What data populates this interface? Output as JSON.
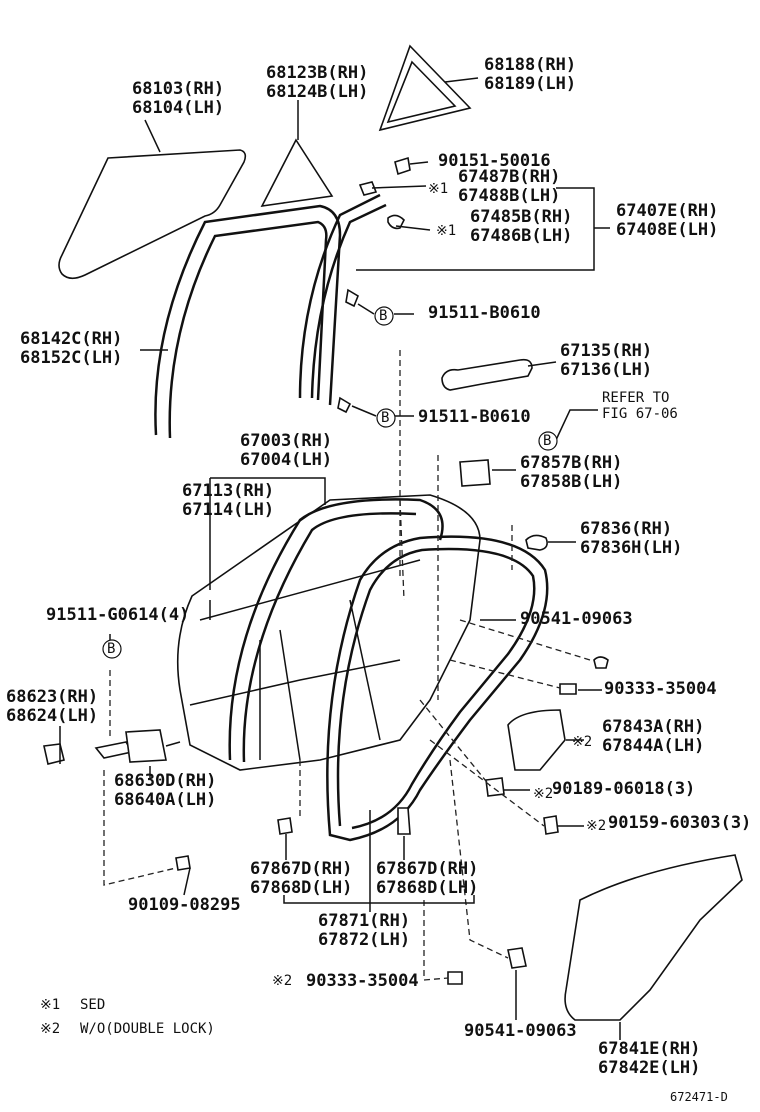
{
  "callouts": [
    {
      "id": "glass",
      "lines": [
        "68103(RH)",
        "68104(LH)"
      ]
    },
    {
      "id": "quarter-glass",
      "lines": [
        "68123B(RH)",
        "68124B(LH)"
      ]
    },
    {
      "id": "quarter-window",
      "lines": [
        "68188(RH)",
        "68189(LH)"
      ]
    },
    {
      "id": "screw-1",
      "lines": [
        "90151-50016"
      ]
    },
    {
      "id": "cover-a",
      "lines": [
        "67487B(RH)",
        "67488B(LH)"
      ]
    },
    {
      "id": "cover-b",
      "lines": [
        "67485B(RH)",
        "67486B(LH)"
      ]
    },
    {
      "id": "frame-garnish",
      "lines": [
        "67407E(RH)",
        "67408E(LH)"
      ]
    },
    {
      "id": "bolt-b1",
      "lines": [
        "91511-B0610"
      ]
    },
    {
      "id": "run-channel",
      "lines": [
        "68142C(RH)",
        "68152C(LH)"
      ]
    },
    {
      "id": "bracket",
      "lines": [
        "67135(RH)",
        "67136(LH)"
      ]
    },
    {
      "id": "bolt-b2",
      "lines": [
        "91511-B0610"
      ]
    },
    {
      "id": "refer",
      "lines": [
        "REFER TO",
        "FIG 67-06"
      ]
    },
    {
      "id": "panel",
      "lines": [
        "67003(RH)",
        "67004(LH)"
      ]
    },
    {
      "id": "seal-pad",
      "lines": [
        "67857B(RH)",
        "67858B(LH)"
      ]
    },
    {
      "id": "weatherstrip",
      "lines": [
        "67113(RH)",
        "67114(LH)"
      ]
    },
    {
      "id": "hole-cover",
      "lines": [
        "67836(RH)",
        "67836H(LH)"
      ]
    },
    {
      "id": "bolt-g",
      "lines": [
        "91511-G0614(4)"
      ]
    },
    {
      "id": "clip-1",
      "lines": [
        "90541-09063"
      ]
    },
    {
      "id": "clip-2",
      "lines": [
        "90333-35004"
      ]
    },
    {
      "id": "check",
      "lines": [
        "68623(RH)",
        "68624(LH)"
      ]
    },
    {
      "id": "service-cover",
      "lines": [
        "67843A(RH)",
        "67844A(LH)"
      ]
    },
    {
      "id": "hinge",
      "lines": [
        "68630D(RH)",
        "68640A(LH)"
      ]
    },
    {
      "id": "clip-3",
      "lines": [
        "90189-06018(3)"
      ]
    },
    {
      "id": "screw-2",
      "lines": [
        "90159-60303(3)"
      ]
    },
    {
      "id": "clip-4",
      "lines": [
        "67867D(RH)",
        "67868D(LH)"
      ]
    },
    {
      "id": "clip-5",
      "lines": [
        "67867D(RH)",
        "67868D(LH)"
      ]
    },
    {
      "id": "bolt-h",
      "lines": [
        "90109-08295"
      ]
    },
    {
      "id": "belt-strip",
      "lines": [
        "67871(RH)",
        "67872(LH)"
      ]
    },
    {
      "id": "clip-6",
      "lines": [
        "90333-35004"
      ]
    },
    {
      "id": "clip-7",
      "lines": [
        "90541-09063"
      ]
    },
    {
      "id": "trim-board",
      "lines": [
        "67841E(RH)",
        "67842E(LH)"
      ]
    }
  ],
  "marks": {
    "note1": "※1",
    "note2": "※2",
    "circle_b": "B"
  },
  "legend": [
    {
      "mark": "※1",
      "text": "SED"
    },
    {
      "mark": "※2",
      "text": "W/O(DOUBLE LOCK)"
    }
  ],
  "figure_id": "672471-D"
}
